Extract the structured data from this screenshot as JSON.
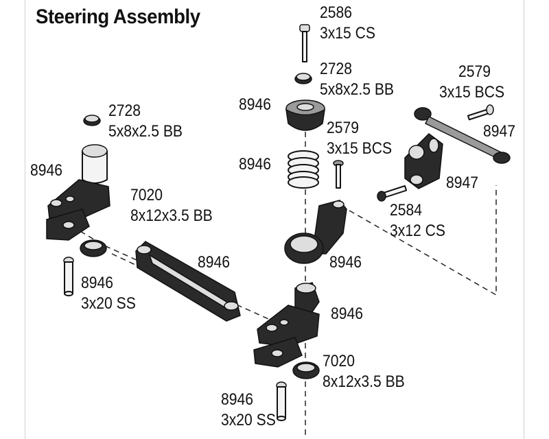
{
  "title": "Steering Assembly",
  "callouts": [
    {
      "id": "c01",
      "part": "2586",
      "spec": "3x15 CS"
    },
    {
      "id": "c02",
      "part": "2728",
      "spec": "5x8x2.5 BB"
    },
    {
      "id": "c03",
      "part": "8946",
      "spec": ""
    },
    {
      "id": "c04",
      "part": "2579",
      "spec": "3x15 BCS"
    },
    {
      "id": "c05",
      "part": "2579",
      "spec": "3x15 BCS"
    },
    {
      "id": "c06",
      "part": "8947",
      "spec": ""
    },
    {
      "id": "c07",
      "part": "8947",
      "spec": ""
    },
    {
      "id": "c08",
      "part": "2728",
      "spec": "5x8x2.5 BB"
    },
    {
      "id": "c09",
      "part": "8946",
      "spec": ""
    },
    {
      "id": "c10",
      "part": "8946",
      "spec": ""
    },
    {
      "id": "c11",
      "part": "7020",
      "spec": "8x12x3.5 BB"
    },
    {
      "id": "c12",
      "part": "2584",
      "spec": "3x12 CS"
    },
    {
      "id": "c13",
      "part": "8946",
      "spec": ""
    },
    {
      "id": "c14",
      "part": "8946",
      "spec": ""
    },
    {
      "id": "c15",
      "part": "8946",
      "spec": "3x20 SS"
    },
    {
      "id": "c16",
      "part": "8946",
      "spec": ""
    },
    {
      "id": "c17",
      "part": "7020",
      "spec": "8x12x3.5 BB"
    },
    {
      "id": "c18",
      "part": "8946",
      "spec": "3x20 SS"
    }
  ]
}
